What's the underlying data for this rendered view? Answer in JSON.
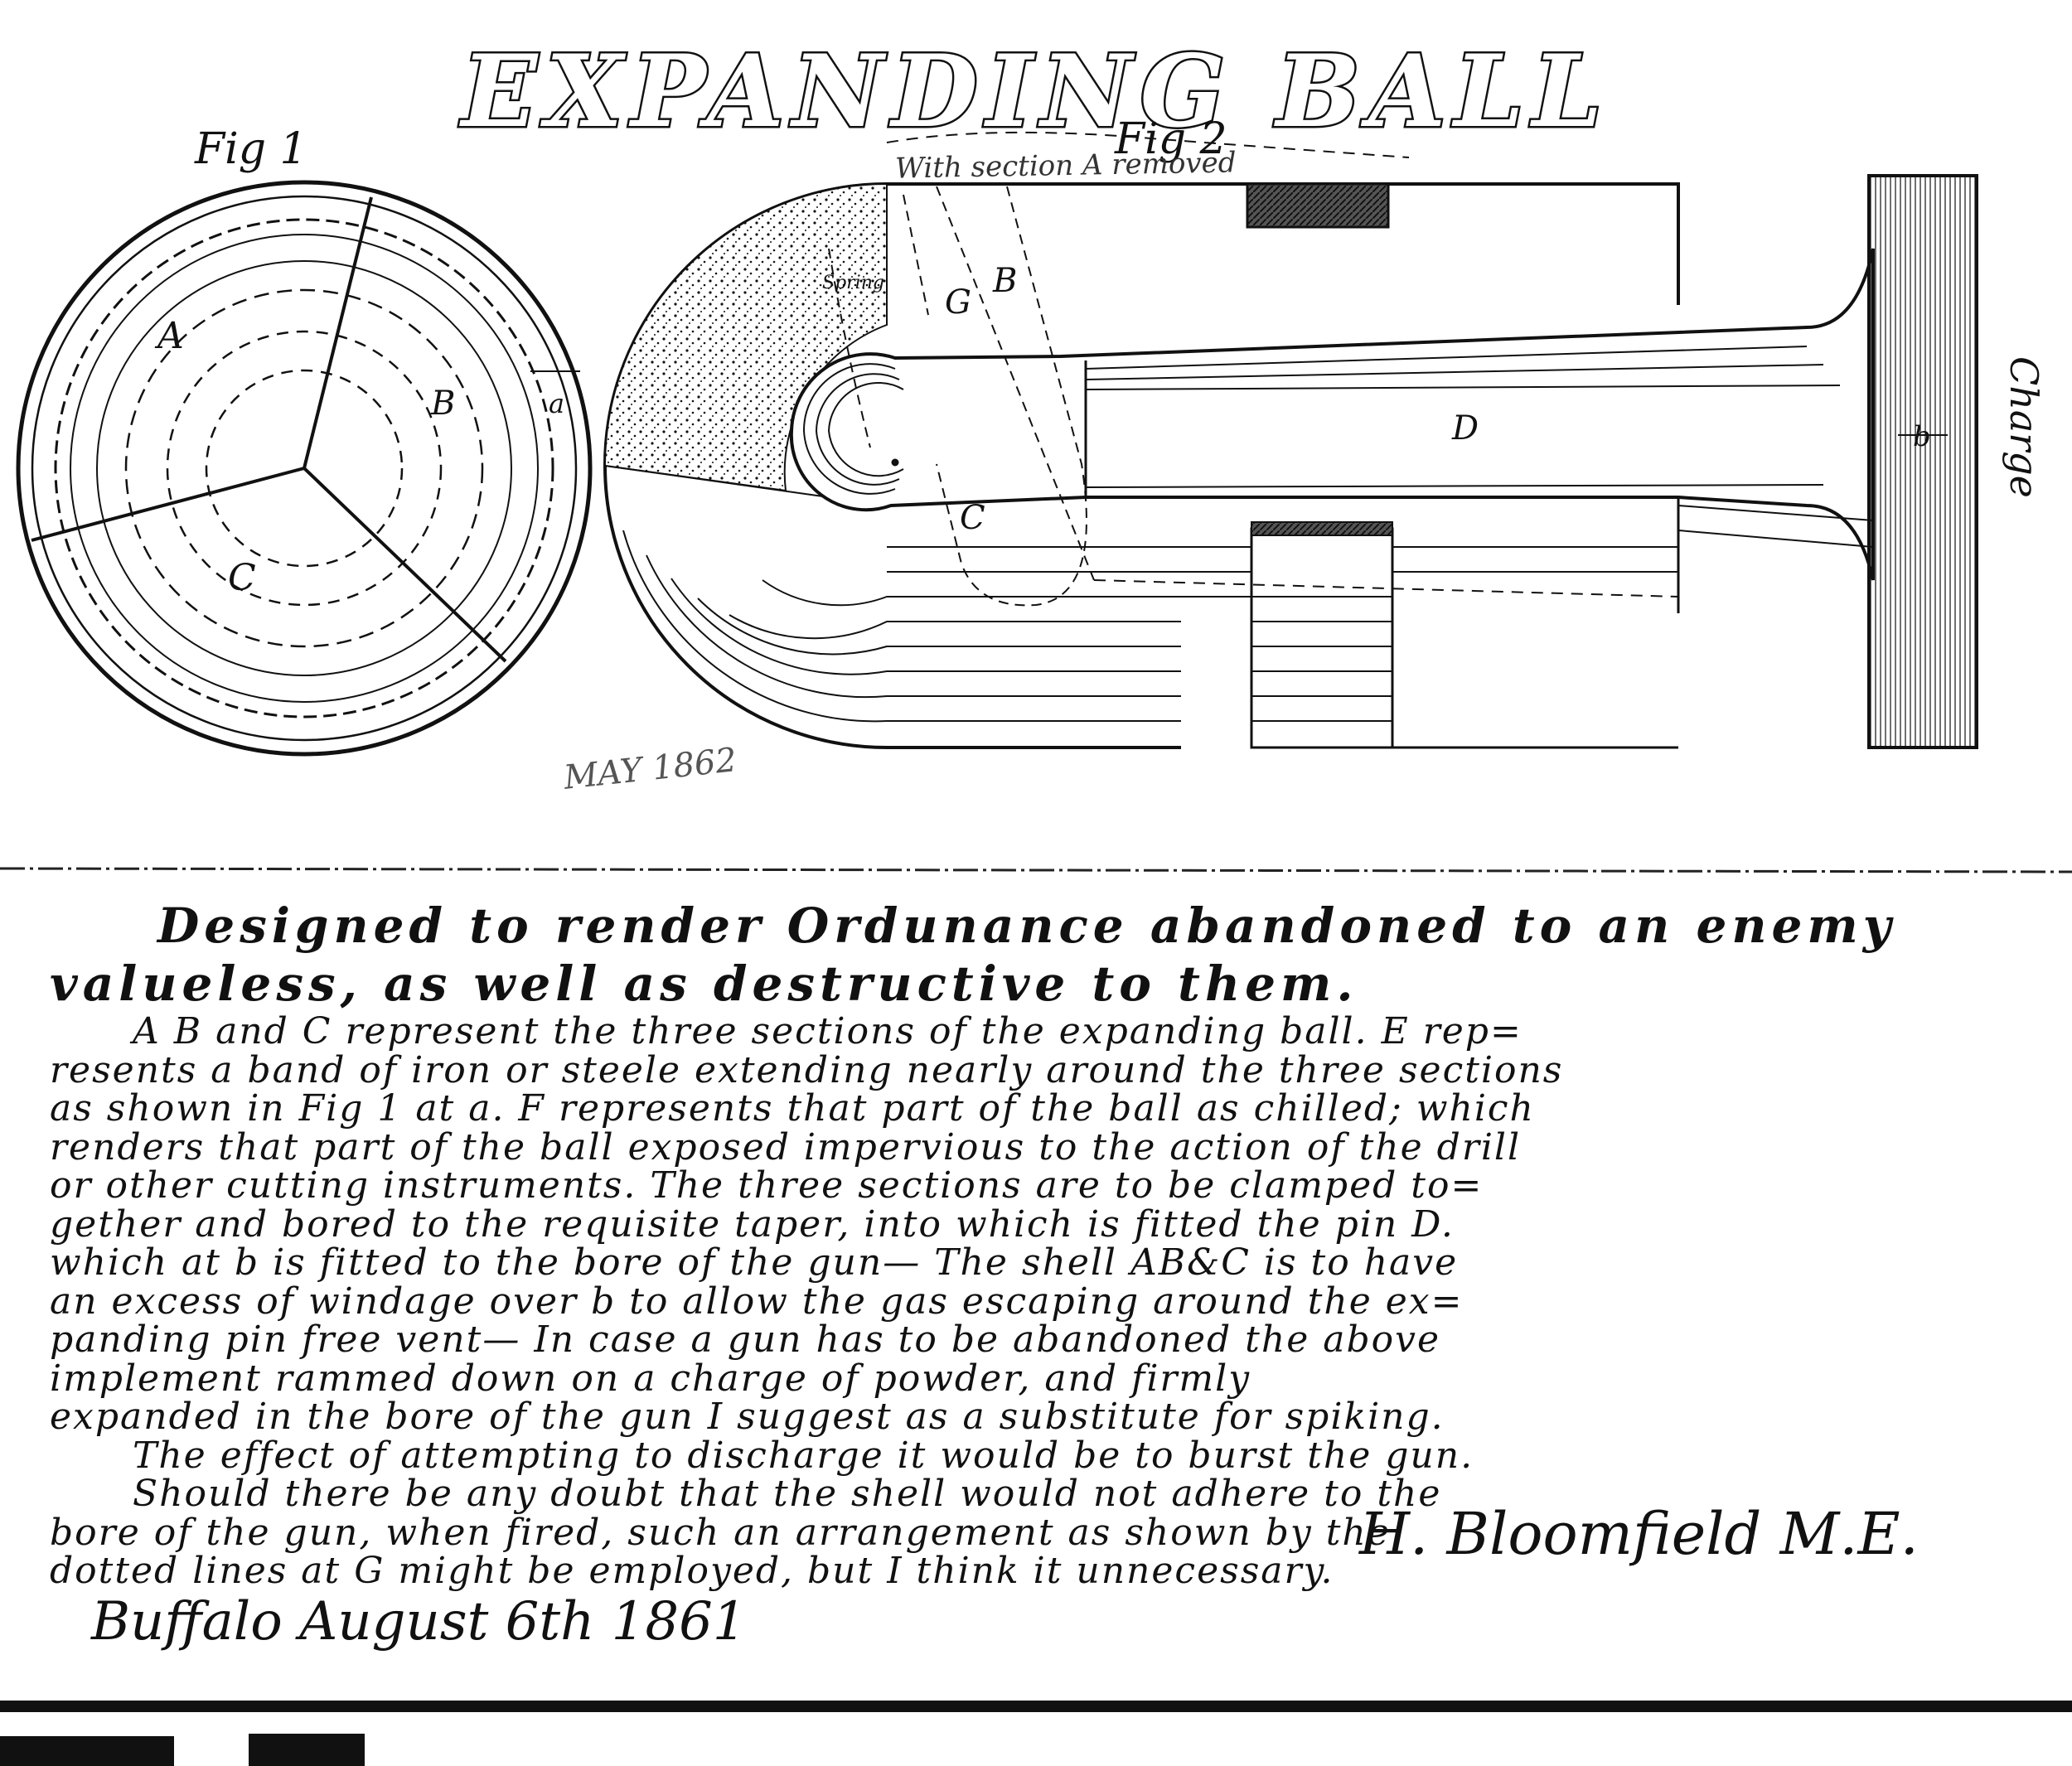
{
  "title": "EXPANDING BALL",
  "figures": {
    "fig1": {
      "label": "Fig 1",
      "section_labels": {
        "a": "A",
        "b": "B",
        "c": "C",
        "edge": "a"
      }
    },
    "fig2": {
      "label": "Fig 2",
      "caption": "With section A removed",
      "labels": {
        "spring": "Spring",
        "g": "G",
        "b": "B",
        "c": "C",
        "d": "D",
        "small_b": "b"
      },
      "charge_label": "Charge"
    }
  },
  "stamp": "MAY 1862",
  "description": {
    "heading_lines": [
      "Designed to render Ordunance abandoned to an enemy",
      "valueless, as well as destructive to them."
    ],
    "body_lines": [
      "A B and C represent the three sections of the expanding ball. E rep=",
      "resents a band of iron or steele extending nearly around the three sections",
      "as shown in Fig 1 at a. F represents that part of the ball as chilled; which",
      "renders that part of the ball exposed impervious to the action of the drill",
      "or other cutting instruments. The three sections are to be clamped to=",
      "gether and bored to the requisite taper, into which is fitted the pin D.",
      "which at b is fitted to the bore of the gun— The shell AB&C is to have",
      "an excess of windage over b to allow the gas escaping around the ex=",
      "panding pin free vent— In case a gun has to be abandoned the above",
      "implement rammed down on a charge of powder, and firmly",
      "expanded in the bore of the gun I suggest as a substitute for spiking.",
      "The effect of attempting to discharge it would be to burst the gun.",
      "Should there be any doubt that the shell would not adhere to the",
      "bore of the gun, when fired, such an arrangement as shown by the",
      "dotted lines at G might be employed, but I think it unnecessary."
    ]
  },
  "signature": "H. Bloomfield M.E.",
  "place_date": "Buffalo August 6th 1861"
}
